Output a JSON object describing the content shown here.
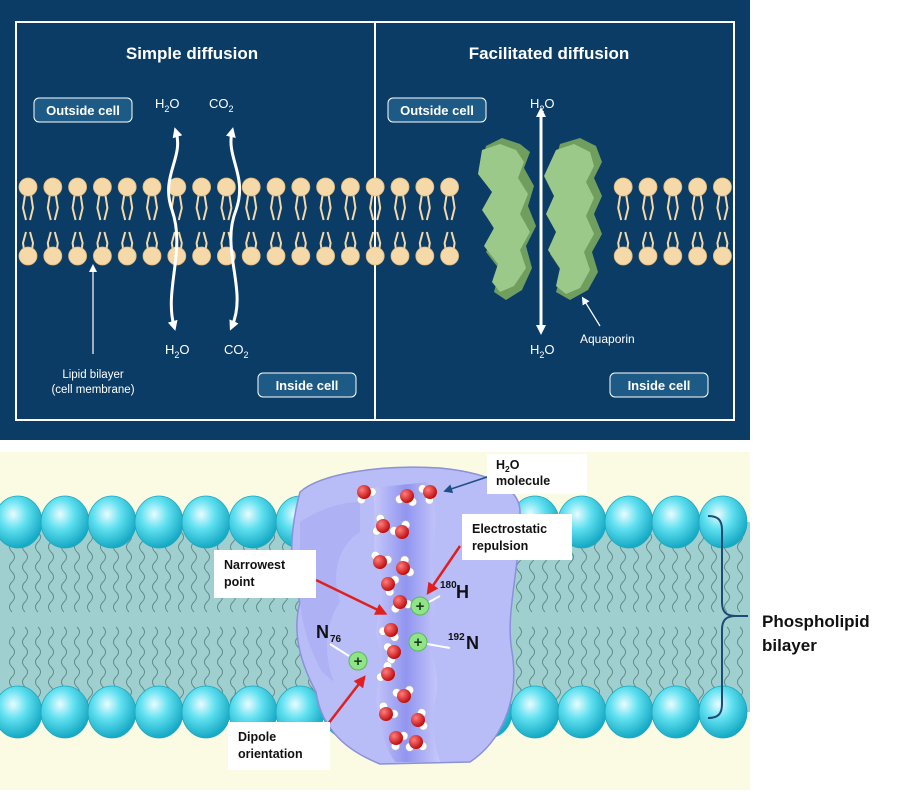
{
  "top": {
    "left_title": "Simple diffusion",
    "right_title": "Facilitated diffusion",
    "outside_label": "Outside cell",
    "inside_label": "Inside cell",
    "h2o_text": "H2O",
    "co2_text": "CO2",
    "lipid_label_line1": "Lipid bilayer",
    "lipid_label_line2": "(cell membrane)",
    "aquaporin_label": "Aquaporin"
  },
  "bottom": {
    "h2o_molecule_line2": "molecule",
    "electrostatic_line1": "Electrostatic",
    "electrostatic_line2": "repulsion",
    "narrowest_line1": "Narrowest",
    "narrowest_line2": "point",
    "dipole_line1": "Dipole",
    "dipole_line2": "orientation",
    "residue_h": "H",
    "residue_h_sup": "180",
    "residue_n_right": "N",
    "residue_n_right_sup": "192",
    "residue_n_left": "N",
    "residue_n_left_sub": "76",
    "phospholipid_line1": "Phospholipid",
    "phospholipid_line2": "bilayer"
  },
  "colors": {
    "panel_bg": "#0b3c66",
    "lipid_head": "#f5d9a8",
    "aquaporin": "#9bc98a",
    "aquaporin_dark": "#6f9e5e",
    "label_box": "#1e5a86",
    "cyan_head": "#35d3ea",
    "tail_region": "#9fd0cf",
    "channel": "#bcbff7",
    "plus_green": "#8fe389",
    "arrow_red": "#e0201e"
  }
}
